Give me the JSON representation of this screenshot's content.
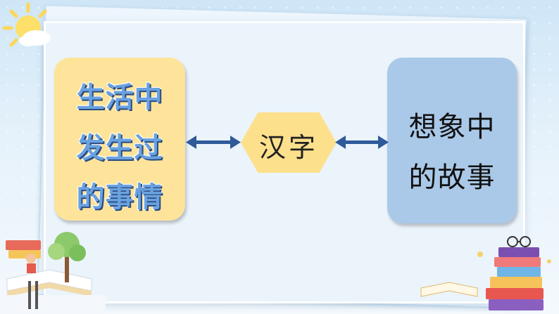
{
  "left_box": {
    "lines": [
      "生活中",
      "发生过",
      "的事情"
    ]
  },
  "center": {
    "label": "汉字"
  },
  "right_box": {
    "lines": [
      "想象中",
      "的故事"
    ]
  },
  "colors": {
    "left_box_fill": "#fde49a",
    "right_box_fill": "#aac9e8",
    "hexagon_fill": "#fde08c",
    "arrow": "#2f5a9a",
    "left_text": "#6aa2e0"
  },
  "decorations": [
    "sun-icon",
    "books-tree-icon",
    "book-stack-icon",
    "open-book-icon"
  ]
}
